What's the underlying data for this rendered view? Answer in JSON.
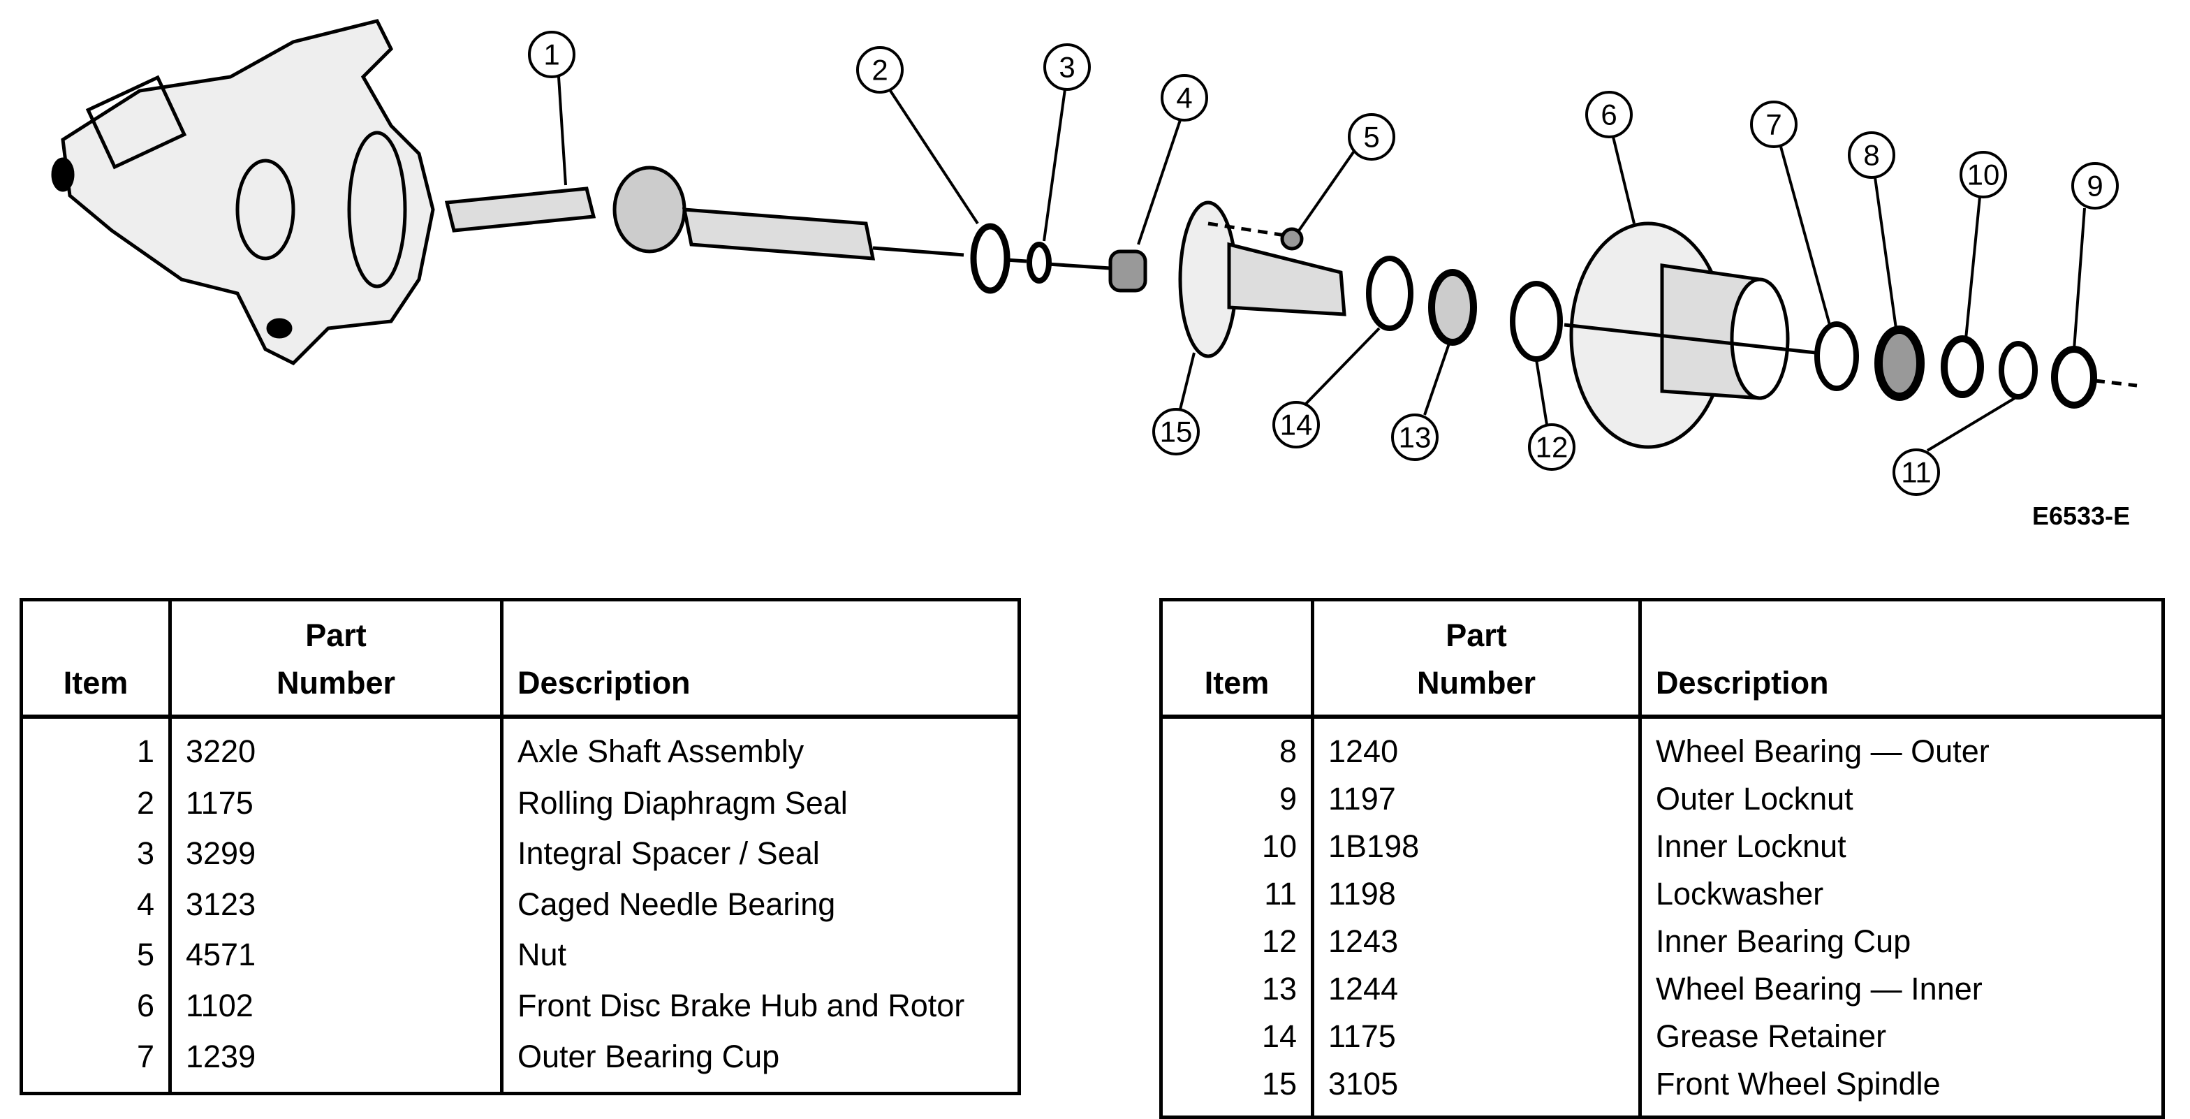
{
  "figure": {
    "code": "E6533-E",
    "callouts": [
      "1",
      "2",
      "3",
      "4",
      "5",
      "6",
      "7",
      "8",
      "9",
      "10",
      "11",
      "12",
      "13",
      "14",
      "15"
    ]
  },
  "tables": [
    {
      "headers": {
        "item": "Item",
        "part_number_line1": "Part",
        "part_number_line2": "Number",
        "description": "Description"
      },
      "rows": [
        {
          "item": "1",
          "part": "3220",
          "desc": "Axle Shaft Assembly"
        },
        {
          "item": "2",
          "part": "1175",
          "desc": "Rolling Diaphragm Seal"
        },
        {
          "item": "3",
          "part": "3299",
          "desc": "Integral Spacer / Seal"
        },
        {
          "item": "4",
          "part": "3123",
          "desc": "Caged Needle Bearing"
        },
        {
          "item": "5",
          "part": "4571",
          "desc": "Nut"
        },
        {
          "item": "6",
          "part": "1102",
          "desc": "Front Disc Brake Hub and Rotor"
        },
        {
          "item": "7",
          "part": "1239",
          "desc": "Outer Bearing Cup"
        }
      ]
    },
    {
      "headers": {
        "item": "Item",
        "part_number_line1": "Part",
        "part_number_line2": "Number",
        "description": "Description"
      },
      "rows": [
        {
          "item": "8",
          "part": "1240",
          "desc": "Wheel Bearing — Outer"
        },
        {
          "item": "9",
          "part": "1197",
          "desc": "Outer Locknut"
        },
        {
          "item": "10",
          "part": "1B198",
          "desc": "Inner Locknut"
        },
        {
          "item": "11",
          "part": "1198",
          "desc": "Lockwasher"
        },
        {
          "item": "12",
          "part": "1243",
          "desc": "Inner Bearing Cup"
        },
        {
          "item": "13",
          "part": "1244",
          "desc": "Wheel Bearing — Inner"
        },
        {
          "item": "14",
          "part": "1175",
          "desc": "Grease Retainer"
        },
        {
          "item": "15",
          "part": "3105",
          "desc": "Front Wheel Spindle"
        }
      ]
    }
  ]
}
